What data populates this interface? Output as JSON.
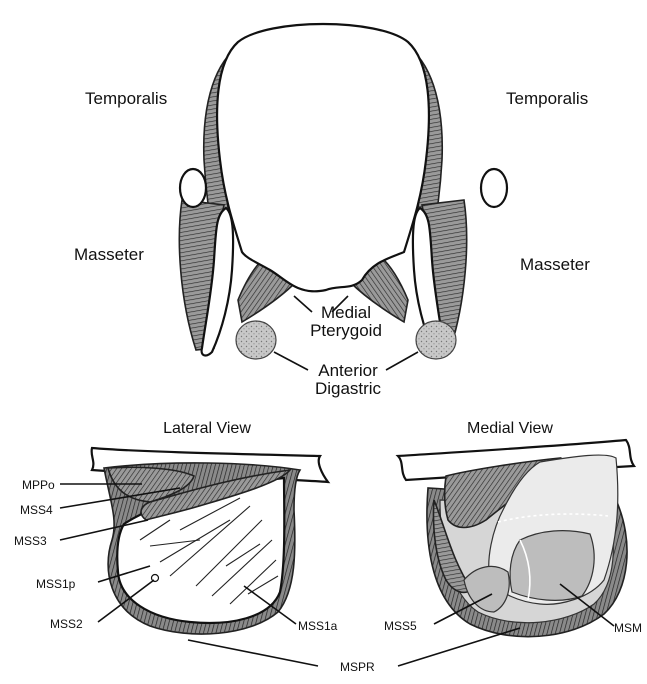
{
  "labels": {
    "temporalis_left": "Temporalis",
    "temporalis_right": "Temporalis",
    "masseter_left": "Masseter",
    "masseter_right": "Masseter",
    "medial_pterygoid_line1": "Medial",
    "medial_pterygoid_line2": "Pterygoid",
    "anterior_digastric_line1": "Anterior",
    "anterior_digastric_line2": "Digastric",
    "lateral_view": "Lateral View",
    "medial_view": "Medial View",
    "mppo": "MPPo",
    "mss4": "MSS4",
    "mss3": "MSS3",
    "mss1p": "MSS1p",
    "mss2": "MSS2",
    "mss1a": "MSS1a",
    "mss5": "MSS5",
    "msm": "MSM",
    "mspr": "MSPR"
  },
  "colors": {
    "line": "#111111",
    "muscle_fill": "#8a8a8a",
    "light_gray": "#d6d6d6",
    "mid_gray": "#bdbdbd"
  }
}
